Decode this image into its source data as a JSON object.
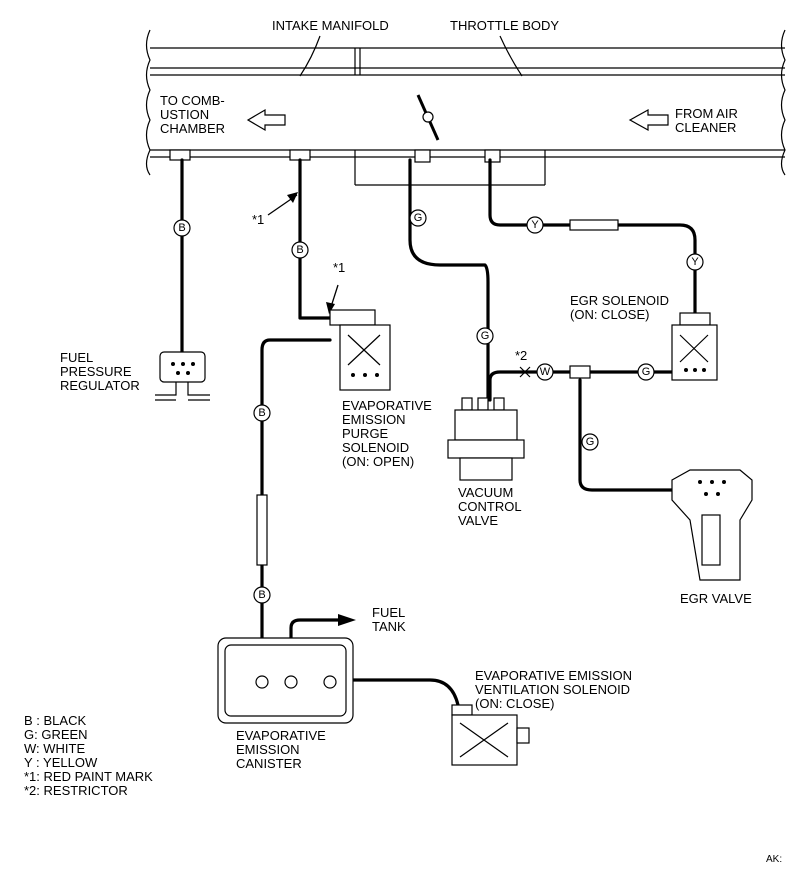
{
  "labels": {
    "intake_manifold": "INTAKE MANIFOLD",
    "throttle_body": "THROTTLE BODY",
    "to_combustion": [
      "TO COMB-",
      "USTION",
      "CHAMBER"
    ],
    "from_air": [
      "FROM AIR",
      "CLEANER"
    ],
    "fuel_pressure_regulator": [
      "FUEL",
      "PRESSURE",
      "REGULATOR"
    ],
    "purge_solenoid": [
      "EVAPORATIVE",
      "EMISSION",
      "PURGE",
      "SOLENOID",
      "(ON: OPEN)"
    ],
    "vacuum_control_valve": [
      "VACUUM",
      "CONTROL",
      "VALVE"
    ],
    "egr_solenoid": [
      "EGR SOLENOID",
      "(ON: CLOSE)"
    ],
    "egr_valve": "EGR VALVE",
    "fuel_tank": [
      "FUEL",
      "TANK"
    ],
    "canister": [
      "EVAPORATIVE",
      "EMISSION",
      "CANISTER"
    ],
    "ventilation_solenoid": [
      "EVAPORATIVE EMISSION",
      "VENTILATION SOLENOID",
      "(ON: CLOSE)"
    ],
    "mark_1a": "*1",
    "mark_1b": "*1",
    "mark_2": "*2",
    "corner_code": "AK:"
  },
  "badges": {
    "b1": "B",
    "b2": "B",
    "b3": "B",
    "b4": "B",
    "g1": "G",
    "g2": "G",
    "g3": "G",
    "g4": "G",
    "y1": "Y",
    "y2": "Y",
    "w1": "W"
  },
  "legend": [
    "B : BLACK",
    "G: GREEN",
    "W: WHITE",
    "Y : YELLOW",
    "*1: RED PAINT MARK",
    "*2: RESTRICTOR"
  ]
}
